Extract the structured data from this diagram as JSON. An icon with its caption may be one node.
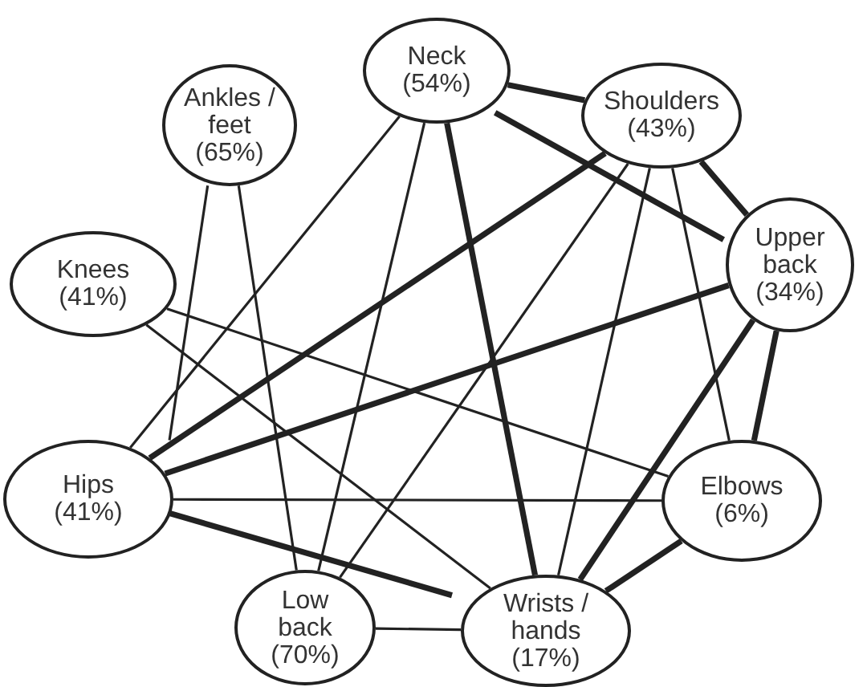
{
  "diagram": {
    "nodes": [
      {
        "text": [
          "Neck",
          "(54%)"
        ]
      },
      {
        "text": [
          "Ankles / feet",
          "(65%)"
        ]
      },
      {
        "text": [
          "Shoulders",
          "(43%)"
        ]
      },
      {
        "text": [
          "Upper back",
          "(34%)"
        ]
      },
      {
        "text": [
          "Knees",
          "(41%)"
        ]
      },
      {
        "text": [
          "Hips",
          "(41%)"
        ]
      },
      {
        "text": [
          "Elbows",
          "(6%)"
        ]
      },
      {
        "text": [
          "Low back",
          "(70%)"
        ]
      },
      {
        "text": [
          "Wrists / hands",
          "(17%)"
        ]
      }
    ],
    "edges": [
      {
        "from": 0,
        "to": 2,
        "arrow": "none",
        "style": "thick"
      },
      {
        "from": 0,
        "to": 3,
        "arrow": "none",
        "style": "thick"
      },
      {
        "from": 0,
        "to": 5,
        "arrow": "none"
      },
      {
        "from": 0,
        "to": 7,
        "arrow": "none"
      },
      {
        "from": 0,
        "to": 8,
        "arrow": "none",
        "style": "thick"
      },
      {
        "from": 1,
        "to": 5,
        "arrow": "none"
      },
      {
        "from": 1,
        "to": 7,
        "arrow": "none"
      },
      {
        "from": 4,
        "to": 6,
        "arrow": "none"
      },
      {
        "from": 4,
        "to": 8,
        "arrow": "none"
      },
      {
        "from": 2,
        "to": 5,
        "arrow": "none",
        "style": "thick"
      },
      {
        "from": 2,
        "to": 7,
        "arrow": "none"
      },
      {
        "from": 2,
        "to": 8,
        "arrow": "none"
      },
      {
        "from": 2,
        "to": 6,
        "arrow": "none"
      },
      {
        "from": 2,
        "to": 3,
        "arrow": "none",
        "style": "thick"
      },
      {
        "from": 3,
        "to": 5,
        "arrow": "none",
        "style": "thick"
      },
      {
        "from": 3,
        "to": 8,
        "arrow": "none",
        "style": "thick"
      },
      {
        "from": 3,
        "to": 6,
        "arrow": "none",
        "style": "thick"
      },
      {
        "from": 5,
        "to": 6,
        "arrow": "none"
      },
      {
        "from": 5,
        "to": 8,
        "arrow": "none",
        "style": "thick"
      },
      {
        "from": 7,
        "to": 8,
        "arrow": "none"
      },
      {
        "from": 6,
        "to": 8,
        "arrow": "none",
        "style": "thick"
      }
    ]
  }
}
